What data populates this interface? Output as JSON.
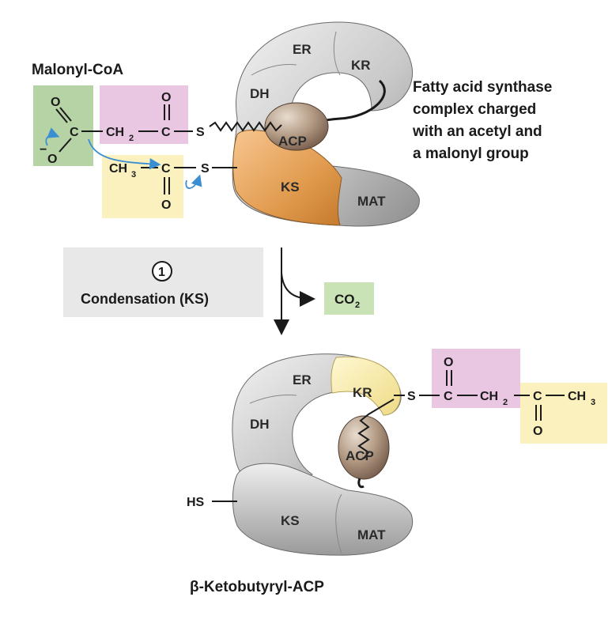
{
  "colors": {
    "malonyl_box": "#b5d3a4",
    "pink_box": "#e9c7e3",
    "acetyl_box": "#faf1bf",
    "grey_box": "#e8e8e8",
    "co2_box": "#c9e3b7",
    "arrow_blue": "#3a8fd3",
    "ks_orange": "#d98a3a",
    "kr_yellow": "#f7e79c",
    "acp_brown": "#8b6e59"
  },
  "top": {
    "malonyl_title": "Malonyl-CoA",
    "caption_lines": [
      "Fatty acid synthase",
      "complex charged",
      "with an acetyl and",
      "a malonyl group"
    ],
    "domains": {
      "er": "ER",
      "kr": "KR",
      "dh": "DH",
      "acp": "ACP",
      "ks": "KS",
      "mat": "MAT"
    },
    "chem": {
      "o_top": "O",
      "o_minus": "O",
      "minus": "−",
      "c1": "C",
      "ch2": "CH",
      "ch2_sub": "2",
      "o_top2": "O",
      "c2": "C",
      "s1": "S",
      "ch3": "CH",
      "ch3_sub": "3",
      "c3": "C",
      "s2": "S",
      "o_bot": "O"
    }
  },
  "step": {
    "number": "1",
    "label": "Condensation (KS)",
    "co2": "CO",
    "co2_sub": "2"
  },
  "bottom": {
    "title": "β-Ketobutyryl-ACP",
    "hs": "HS",
    "domains": {
      "er": "ER",
      "kr": "KR",
      "dh": "DH",
      "acp": "ACP",
      "ks": "KS",
      "mat": "MAT"
    },
    "chem": {
      "s": "S",
      "c1": "C",
      "o1": "O",
      "ch2": "CH",
      "ch2_sub": "2",
      "c2": "C",
      "o2": "O",
      "ch3": "CH",
      "ch3_sub": "3"
    }
  }
}
